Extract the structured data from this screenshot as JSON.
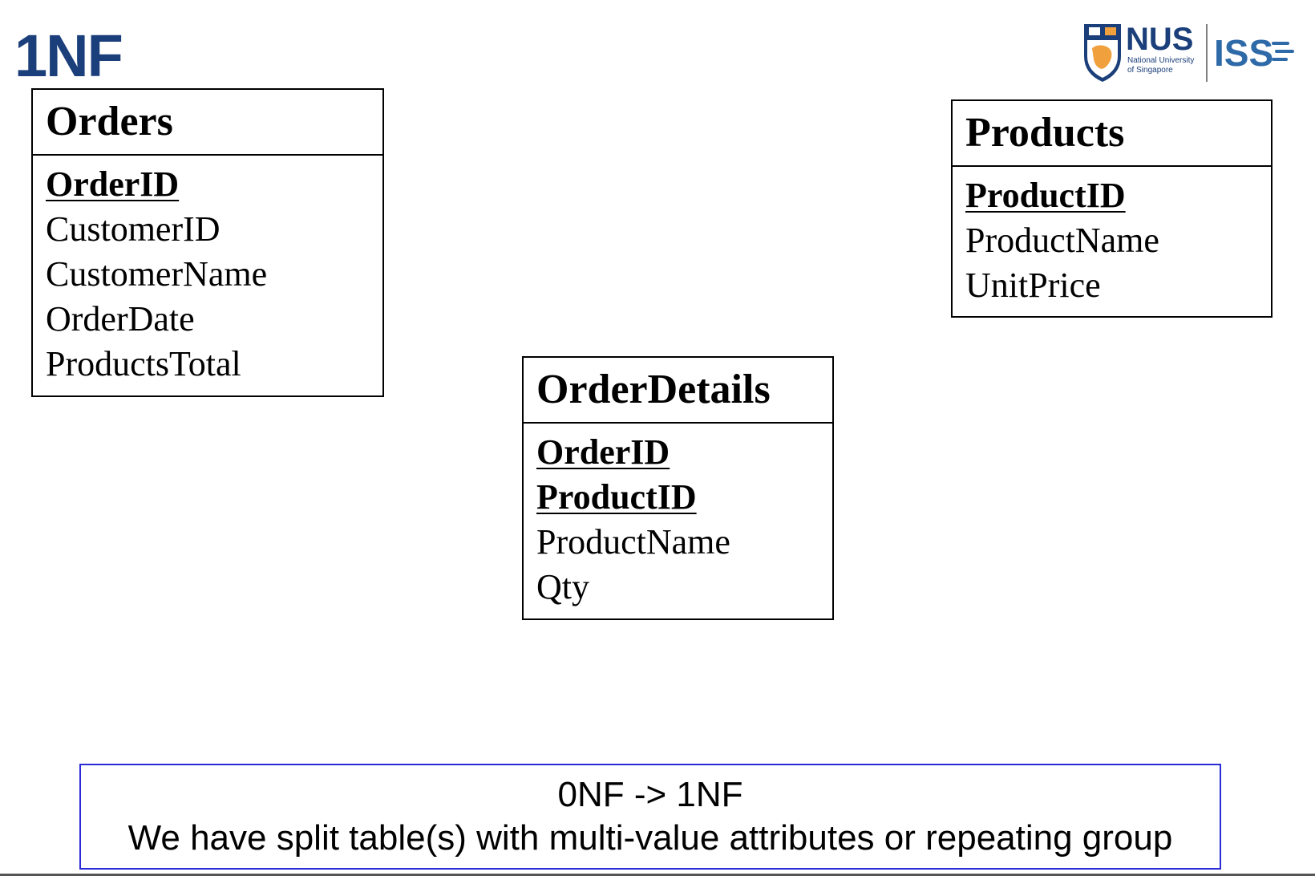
{
  "slide": {
    "title": "1NF"
  },
  "logo": {
    "nus_text": "NUS",
    "nus_sub1": "National University",
    "nus_sub2": "of Singapore",
    "iss_text": "ISS"
  },
  "entities": [
    {
      "name": "Orders",
      "fields": [
        {
          "label": "OrderID",
          "pk": true
        },
        {
          "label": "CustomerID",
          "pk": false
        },
        {
          "label": "CustomerName",
          "pk": false
        },
        {
          "label": "OrderDate",
          "pk": false
        },
        {
          "label": "ProductsTotal",
          "pk": false
        }
      ]
    },
    {
      "name": "Products",
      "fields": [
        {
          "label": "ProductID",
          "pk": true
        },
        {
          "label": "ProductName",
          "pk": false
        },
        {
          "label": "UnitPrice",
          "pk": false
        }
      ]
    },
    {
      "name": "OrderDetails",
      "fields": [
        {
          "label": "OrderID",
          "pk": true
        },
        {
          "label": "ProductID",
          "pk": true
        },
        {
          "label": "ProductName",
          "pk": false
        },
        {
          "label": "Qty",
          "pk": false
        }
      ]
    }
  ],
  "note": {
    "line1": "0NF -> 1NF",
    "line2": "We have split table(s) with multi-value attributes or repeating group"
  },
  "colors": {
    "title": "#1b3f7a",
    "nus_blue": "#1b3f7a",
    "nus_orange": "#f0a03c",
    "iss_blue": "#2f6aa8",
    "note_border": "#2a2ad6"
  }
}
